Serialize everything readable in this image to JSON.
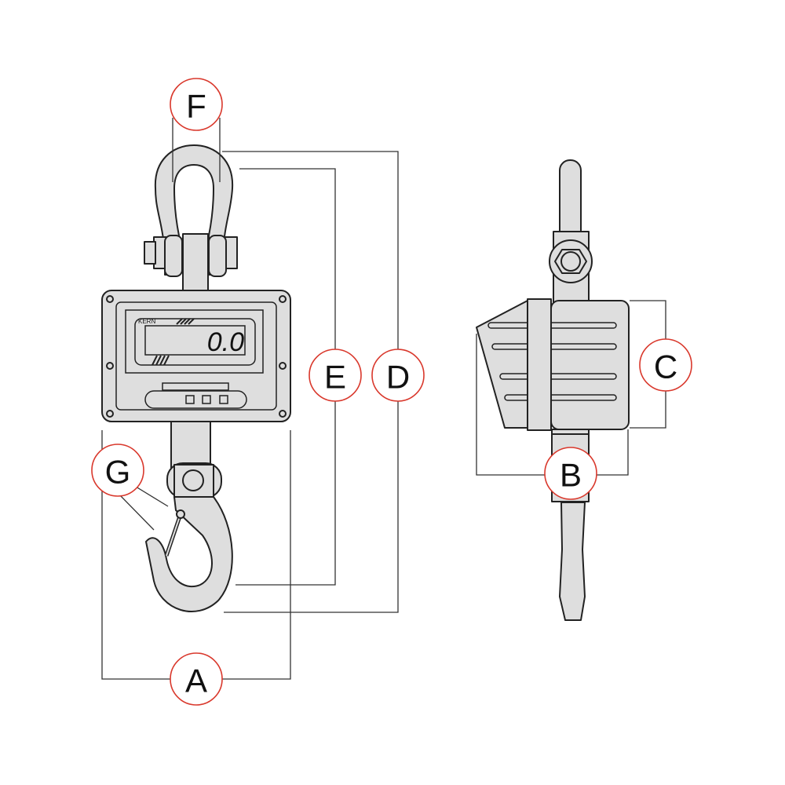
{
  "diagram": {
    "display_value": "0.0",
    "brand": "KERN",
    "labels": {
      "A": "A",
      "B": "B",
      "C": "C",
      "D": "D",
      "E": "E",
      "F": "F",
      "G": "G"
    },
    "colors": {
      "label_ring": "#d9382c",
      "part_fill": "#dedede"
    }
  }
}
